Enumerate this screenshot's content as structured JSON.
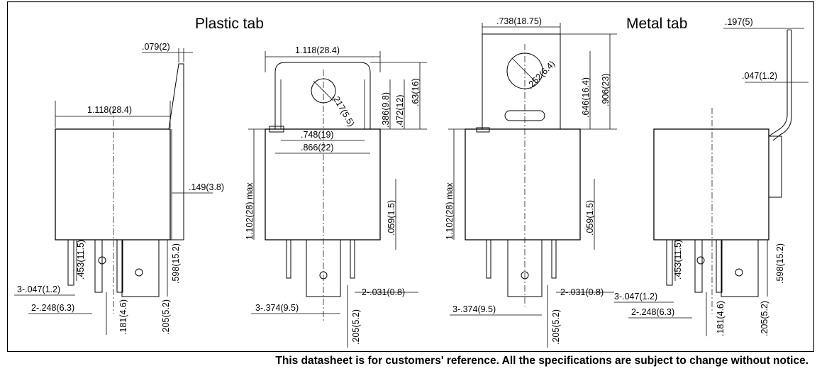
{
  "titles": {
    "plastic": "Plastic tab",
    "metal": "Metal tab"
  },
  "plastic_side": {
    "tab_thk": ".079(2)",
    "width": "1.118(28.4)",
    "offset": ".149(3.8)",
    "pin_h": ".453(11.5)",
    "term_h": ".598(15.2)",
    "pin_thk": "3-.047(1.2)",
    "pin_w": "2-.248(6.3)",
    "pin_sp": ".181(4.6)",
    "term_sp": ".205(5.2)"
  },
  "plastic_front": {
    "width": "1.118(28.4)",
    "hole": ".217(5.5)",
    "h1": ".386(9.8)",
    "h2": ".472(12)",
    "h3": ".63(16)",
    "w748": ".748(19)",
    "w866": ".866(22)",
    "height": "1.102(28) max",
    "step": ".059(1.5)",
    "term_w": "3-.374(9.5)",
    "term_thk": "2-.031(0.8)",
    "term_sp": ".205(5.2)"
  },
  "metal_front": {
    "tab_w": ".738(18.75)",
    "hole": ".252(6.4)",
    "h1": ".646(16.4)",
    "h2": ".906(23)",
    "height": "1.102(28) max",
    "step": ".059(1.5)",
    "term_w": "3-.374(9.5)",
    "term_thk": "2-.031(0.8)",
    "term_sp": ".205(5.2)"
  },
  "metal_side": {
    "tab_w": ".197(5)",
    "tab_thk": ".047(1.2)",
    "pin_h": ".453(11.5)",
    "term_h": ".598(15.2)",
    "pin_thk": "3-.047(1.2)",
    "pin_w": "2-.248(6.3)",
    "pin_sp": ".181(4.6)",
    "term_sp": ".205(5.2)"
  },
  "footer": "This datasheet is for customers' reference. All the specifications are subject to change without notice."
}
